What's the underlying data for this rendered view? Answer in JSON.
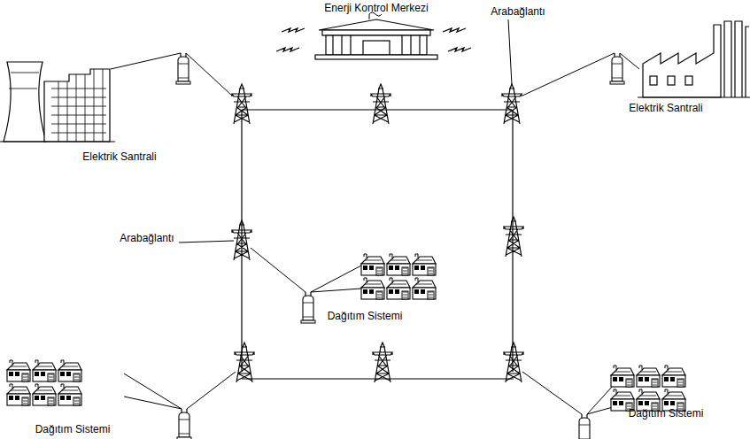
{
  "diagram": {
    "labels": [
      "Enerji Kontrol Merkezi",
      "Arabağlantı",
      "Elektrik Santrali",
      "Elektrik Santrali",
      "Arabağlantı",
      "Dağıtım Sistemi",
      "Dağıtım Sistemi",
      "Dağıtım Sistemi"
    ]
  }
}
